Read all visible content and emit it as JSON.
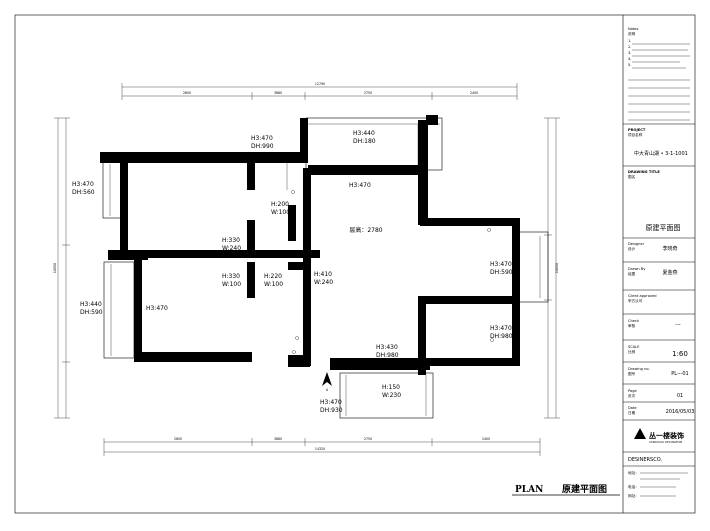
{
  "plan": {
    "ceiling_label": "层高：2780",
    "north_mark": "A",
    "plan_label": "PLAN",
    "plan_title": "原建平面图",
    "top_overall_dim": "12790",
    "top_dims": [
      "2800",
      "3880",
      "2750",
      "2400"
    ],
    "bottom_overall_dim": "14320",
    "bottom_dims": [
      "2800",
      "3880",
      "2750",
      "2400"
    ],
    "left_overall_dim": "10050",
    "right_overall_dim": "10050",
    "rooms": [
      {
        "h": "H3:470",
        "dh": "DH:990"
      },
      {
        "h": "H3:440",
        "dh": "DH:180"
      },
      {
        "h": "H3:470",
        "dh": ""
      },
      {
        "h": "H3:470",
        "dh": "DH:560"
      },
      {
        "h": "H:200",
        "dh": "W:100"
      },
      {
        "h": "H:330",
        "dh": "W:240"
      },
      {
        "h": "H:330",
        "dh": "W:100"
      },
      {
        "h": "H:220",
        "dh": "W:100"
      },
      {
        "h": "H:410",
        "dh": "W:240"
      },
      {
        "h": "H3:470",
        "dh": "DH:590"
      },
      {
        "h": "H3:440",
        "dh": "DH:590"
      },
      {
        "h": "H3:470",
        "dh": ""
      },
      {
        "h": "H3:470",
        "dh": "DH:980"
      },
      {
        "h": "H3:430",
        "dh": "DH:980"
      },
      {
        "h": "H:150",
        "dh": "W:230"
      },
      {
        "h": "H3:470",
        "dh": "DH:930"
      }
    ]
  },
  "title_block": {
    "notes_header": "Notes",
    "notes_sub": "说明",
    "notes_lines": [
      "1.",
      "2.",
      "3.",
      "4.",
      "5."
    ],
    "project_label": "PROJECT",
    "project_sub": "项目名称",
    "project_name": "中大青山湖 • 3-1-1001",
    "drawing_title_label": "DRAWING TITLE",
    "drawing_title_sub": "图名",
    "drawing_title": "原建平面图",
    "designer_label": "Designer",
    "designer_sub": "设计",
    "designer_name": "李晓奇",
    "drawn_label": "Drawn By",
    "drawn_sub": "绘图",
    "drawn_name": "夏金燕",
    "client_label": "Client approved",
    "client_sub": "甲方认可",
    "check_label": "Check",
    "check_sub": "审核",
    "check_value": "---",
    "scale_label": "SCALE",
    "scale_sub": "比例",
    "scale_value": "1:60",
    "drawing_no_label": "Drawing no.",
    "drawing_no_sub": "图号",
    "drawing_no_value": "PL---01",
    "page_label": "Page",
    "page_sub": "页次",
    "page_value": "01",
    "date_label": "Date",
    "date_sub": "日期",
    "date_value": "2016/05/03",
    "company_logo_text": "丛一楼装饰",
    "company_logo_sub": "CONGYILOU DECORATION",
    "company_name": "DESINERSCO.",
    "company_addr": "地址：",
    "company_tel": "电话：",
    "company_web": "网址："
  }
}
